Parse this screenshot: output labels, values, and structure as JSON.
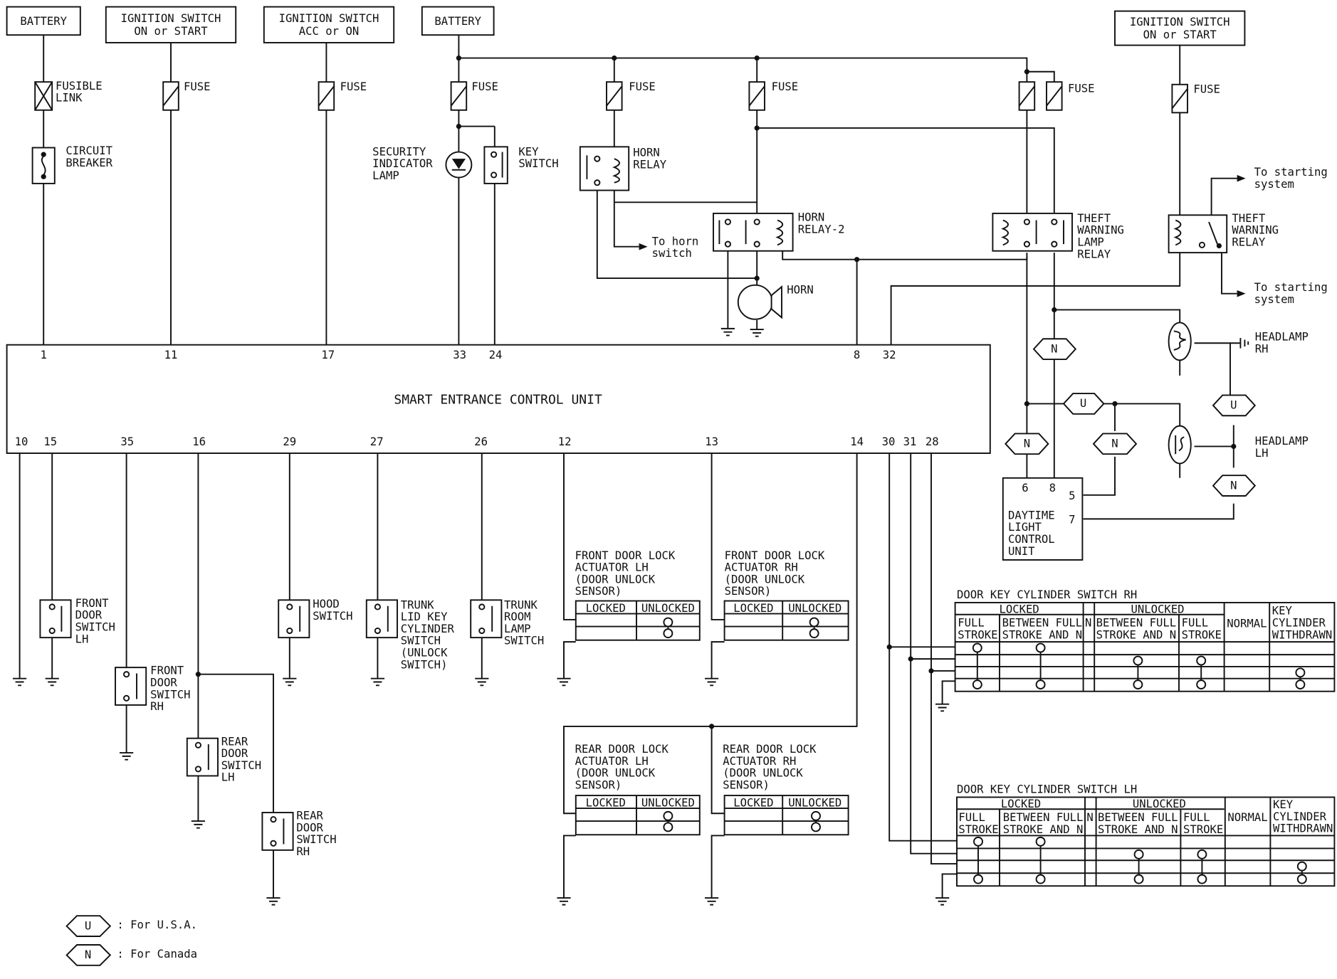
{
  "top_sources": {
    "battery_1": [
      "BATTERY"
    ],
    "ign_on_start_1": [
      "IGNITION SWITCH",
      "ON or START"
    ],
    "ign_acc_on": [
      "IGNITION SWITCH",
      "ACC or ON"
    ],
    "battery_2": [
      "BATTERY"
    ],
    "ign_on_start_2": [
      "IGNITION SWITCH",
      "ON or START"
    ]
  },
  "protection": {
    "fusible_link": [
      "FUSIBLE",
      "LINK"
    ],
    "circuit_breaker": [
      "CIRCUIT",
      "BREAKER"
    ],
    "fuse": "FUSE"
  },
  "top_components": {
    "security_lamp": [
      "SECURITY",
      "INDICATOR",
      "LAMP"
    ],
    "key_switch": [
      "KEY",
      "SWITCH"
    ],
    "horn_relay": [
      "HORN",
      "RELAY"
    ],
    "horn_relay_2": [
      "HORN",
      "RELAY-2"
    ],
    "to_horn_switch": [
      "To horn",
      "switch"
    ],
    "horn": "HORN",
    "theft_lamp_relay": [
      "THEFT",
      "WARNING",
      "LAMP",
      "RELAY"
    ],
    "theft_relay": [
      "THEFT",
      "WARNING",
      "RELAY"
    ],
    "to_starting_1": [
      "To starting",
      "system"
    ],
    "to_starting_2": [
      "To starting",
      "system"
    ],
    "headlamp_rh": [
      "HEADLAMP",
      "RH"
    ],
    "headlamp_lh": [
      "HEADLAMP",
      "LH"
    ],
    "daytime_unit": [
      "DAYTIME",
      "LIGHT",
      "CONTROL",
      "UNIT"
    ],
    "dtl_pins": {
      "p6": "6",
      "p8": "8",
      "p5": "5",
      "p7": "7"
    },
    "hex": {
      "U": "U",
      "N": "N"
    }
  },
  "control_unit": {
    "title": "SMART ENTRANCE CONTROL UNIT",
    "top_pins": [
      "1",
      "11",
      "17",
      "33",
      "24",
      "8",
      "32"
    ],
    "bottom_pins": [
      "10",
      "15",
      "35",
      "16",
      "29",
      "27",
      "26",
      "12",
      "13",
      "14",
      "30",
      "31",
      "28"
    ]
  },
  "bottom_components": {
    "front_door_lh": [
      "FRONT",
      "DOOR",
      "SWITCH",
      "LH"
    ],
    "front_door_rh": [
      "FRONT",
      "DOOR",
      "SWITCH",
      "RH"
    ],
    "rear_door_lh": [
      "REAR",
      "DOOR",
      "SWITCH",
      "LH"
    ],
    "rear_door_rh": [
      "REAR",
      "DOOR",
      "SWITCH",
      "RH"
    ],
    "hood_switch": [
      "HOOD",
      "SWITCH"
    ],
    "trunk_lid": [
      "TRUNK",
      "LID KEY",
      "CYLINDER",
      "SWITCH",
      "(UNLOCK",
      "SWITCH)"
    ],
    "trunk_room": [
      "TRUNK",
      "ROOM",
      "LAMP",
      "SWITCH"
    ],
    "fdl_lh": [
      "FRONT DOOR LOCK",
      "ACTUATOR LH",
      "(DOOR UNLOCK",
      "SENSOR)"
    ],
    "fdl_rh": [
      "FRONT DOOR LOCK",
      "ACTUATOR RH",
      "(DOOR UNLOCK",
      "SENSOR)"
    ],
    "rdl_lh": [
      "REAR DOOR LOCK",
      "ACTUATOR LH",
      "(DOOR UNLOCK",
      "SENSOR)"
    ],
    "rdl_rh": [
      "REAR DOOR LOCK",
      "ACTUATOR RH",
      "(DOOR UNLOCK",
      "SENSOR)"
    ],
    "lock_table": {
      "locked": "LOCKED",
      "unlocked": "UNLOCKED"
    }
  },
  "key_cylinder": {
    "rh_title": "DOOR KEY CYLINDER SWITCH RH",
    "lh_title": "DOOR KEY CYLINDER SWITCH LH",
    "locked": "LOCKED",
    "unlocked": "UNLOCKED",
    "full": "FULL",
    "stroke": "STROKE",
    "between": "BETWEEN FULL",
    "stroke_and_n": "STROKE AND N",
    "n": "N",
    "normal": "NORMAL",
    "key": "KEY",
    "cylinder": "CYLINDER",
    "withdrawn": "WITHDRAWN"
  },
  "legend": [
    {
      "symbol": "U",
      "text": ": For U.S.A."
    },
    {
      "symbol": "N",
      "text": ": For Canada"
    }
  ]
}
